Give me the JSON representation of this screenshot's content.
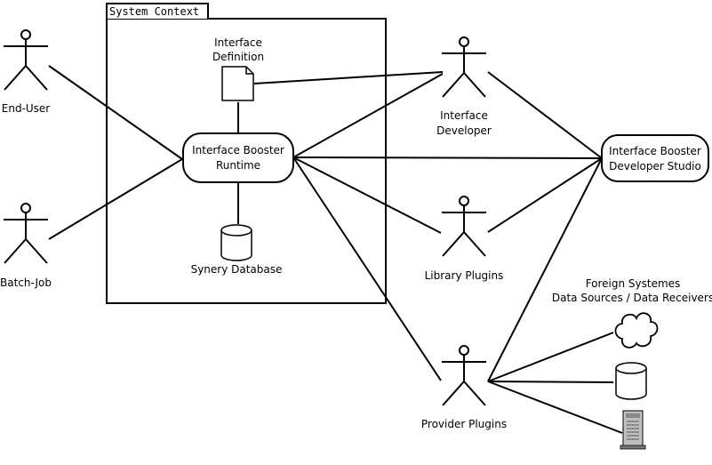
{
  "system_context": {
    "label": "System Context"
  },
  "nodes": {
    "interface_definition": {
      "line1": "Interface",
      "line2": "Definition"
    },
    "runtime": {
      "line1": "Interface Booster",
      "line2": "Runtime"
    },
    "database": {
      "label": "Synery Database"
    },
    "studio": {
      "line1": "Interface Booster",
      "line2": "Developer Studio"
    },
    "foreign": {
      "line1": "Foreign Systemes",
      "line2": "Data Sources / Data Receivers"
    }
  },
  "actors": {
    "end_user": {
      "label": "End-User"
    },
    "batch_job": {
      "label": "Batch-Job"
    },
    "interface_developer": {
      "line1": "Interface",
      "line2": "Developer"
    },
    "library_plugins": {
      "label": "Library Plugins"
    },
    "provider_plugins": {
      "label": "Provider Plugins"
    }
  },
  "icons": [
    "cloud-icon",
    "database-icon",
    "server-icon",
    "document-icon"
  ]
}
